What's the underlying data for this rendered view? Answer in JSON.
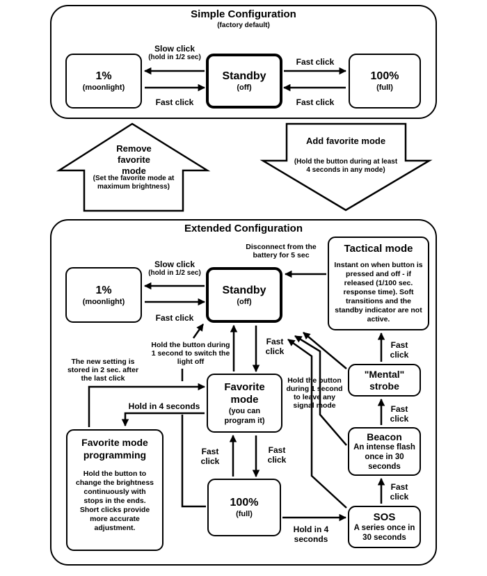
{
  "simple": {
    "title": "Simple Configuration",
    "subtitle": "(factory default)",
    "moon": {
      "level": "1%",
      "note": "(moonlight)"
    },
    "standby": {
      "label": "Standby",
      "note": "(off)"
    },
    "full": {
      "level": "100%",
      "note": "(full)"
    },
    "slow_click": "Slow click",
    "slow_click_note": "(hold in 1/2 sec)",
    "fast_click_left": "Fast click",
    "fast_click_right_top": "Fast click",
    "fast_click_right_bottom": "Fast click"
  },
  "transitions": {
    "remove": {
      "title": "Remove favorite mode",
      "desc": "(Set the favorite mode at maximum brightness)"
    },
    "add": {
      "title": "Add favorite mode",
      "desc": "(Hold the button during at least 4 seconds in any mode)"
    }
  },
  "extended": {
    "title": "Extended Configuration",
    "moon": {
      "level": "1%",
      "note": "(moonlight)"
    },
    "standby": {
      "label": "Standby",
      "note": "(off)"
    },
    "slow_click": "Slow click",
    "slow_click_note": "(hold in 1/2 sec)",
    "fast_click_standby": "Fast click",
    "disconnect": "Disconnect from the battery for 5 sec",
    "tactical": {
      "title": "Tactical mode",
      "desc": "Instant on when button is pressed and off - if released (1/100 sec. response time). Soft transitions and the standby indicator are not active."
    },
    "hold_off": "Hold the button during 1 second to switch the light off",
    "new_setting": "The new setting is stored in 2 sec. after the last click",
    "favorite": {
      "line1": "Favorite",
      "line2": "mode",
      "note": "(you can program it)"
    },
    "fast_click_fav_top": "Fast click",
    "hold4": "Hold in 4 seconds",
    "hold_leave": "Hold the button during 1 second to leave any signal mode",
    "programming": {
      "title": "Favorite mode programming",
      "desc": "Hold the button to change the brightness continuously with stops in the ends. Short clicks provide more accurate adjustment."
    },
    "fast_click_fav_left": "Fast click",
    "fast_click_fav_right": "Fast click",
    "full": {
      "level": "100%",
      "note": "(full)"
    },
    "hold4_sos": "Hold in 4 seconds",
    "mental": {
      "title": "\"Mental\" strobe"
    },
    "beacon": {
      "title": "Beacon",
      "desc": "An intense flash once in 30 seconds"
    },
    "sos": {
      "title": "SOS",
      "desc": "A series once in 30 seconds"
    },
    "fast_click_mental_tactical": "Fast click",
    "fast_click_beacon_mental": "Fast click",
    "fast_click_sos_beacon": "Fast click"
  }
}
